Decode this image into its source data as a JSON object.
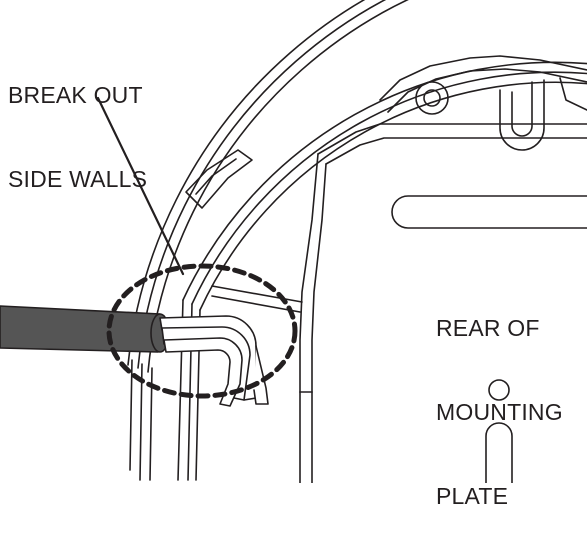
{
  "callout": {
    "line1": "BREAK OUT",
    "line2": "SIDE WALLS"
  },
  "rear_label": {
    "line1": "REAR OF",
    "line2": "MOUNTING",
    "line3": "PLATE"
  },
  "colors": {
    "line": "#231f20",
    "cable": "#555555",
    "background": "#ffffff"
  }
}
